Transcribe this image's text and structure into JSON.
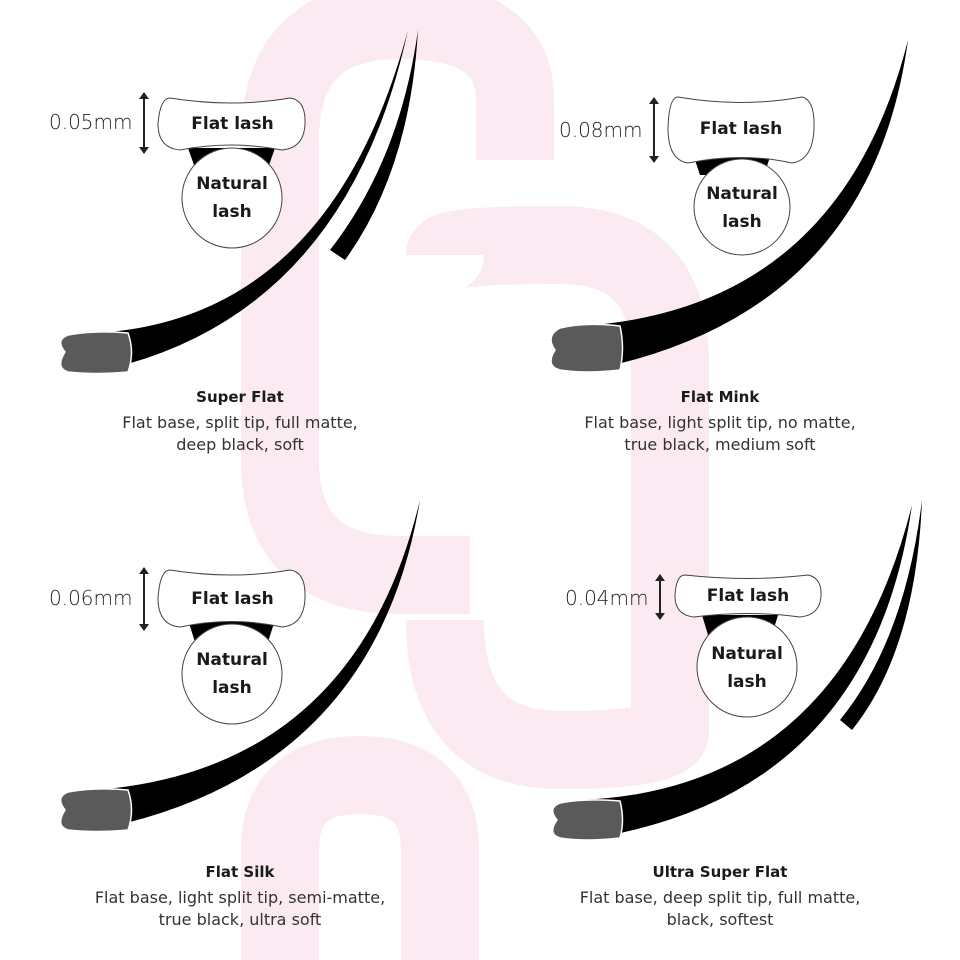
{
  "colors": {
    "lash": "#000000",
    "base": "#5a5a5a",
    "watermark": "#fbeaf1",
    "outline": "#444444"
  },
  "panels": [
    {
      "thickness": "0.05mm",
      "flat_label": "Flat lash",
      "natural_label_1": "Natural",
      "natural_label_2": "lash",
      "title": "Super Flat",
      "desc_1": "Flat base, split tip, full matte,",
      "desc_2": "deep black, soft"
    },
    {
      "thickness": "0.08mm",
      "flat_label": "Flat lash",
      "natural_label_1": "Natural",
      "natural_label_2": "lash",
      "title": "Flat Mink",
      "desc_1": "Flat base, light split tip, no matte,",
      "desc_2": "true black, medium soft"
    },
    {
      "thickness": "0.06mm",
      "flat_label": "Flat lash",
      "natural_label_1": "Natural",
      "natural_label_2": "lash",
      "title": "Flat Silk",
      "desc_1": "Flat base, light split tip, semi-matte,",
      "desc_2": "true black, ultra soft"
    },
    {
      "thickness": "0.04mm",
      "flat_label": "Flat lash",
      "natural_label_1": "Natural",
      "natural_label_2": "lash",
      "title": "Ultra Super Flat",
      "desc_1": "Flat base, deep split tip, full matte,",
      "desc_2": "black, softest"
    }
  ]
}
